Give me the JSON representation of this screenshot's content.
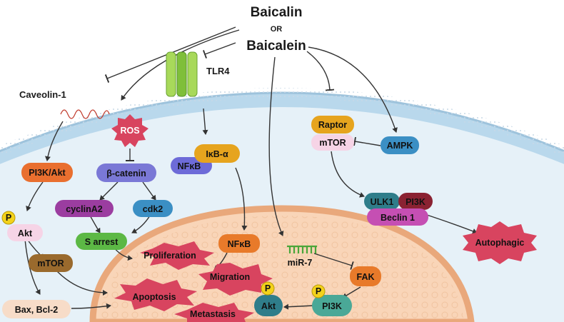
{
  "title": {
    "main": "Baicalin",
    "or": "OR",
    "alt": "Baicalein"
  },
  "membrane": {
    "caveolin": "Caveolin-1",
    "tlr4": "TLR4"
  },
  "nodes": {
    "ros": "ROS",
    "pi3k_akt": "PI3K/Akt",
    "beta_catenin": "β-catenin",
    "ikb": "IκB-α",
    "nfkb_cyto": "NFκB",
    "raptor": "Raptor",
    "mtor_top": "mTOR",
    "ampk": "AMPK",
    "akt_left": "Akt",
    "cyclina2": "cyclinA2",
    "cdk2": "cdk2",
    "s_arrest": "S arrest",
    "ulk1": "ULK1",
    "pi3k_right": "PI3K",
    "beclin1": "Beclin 1",
    "autophagic": "Autophagic",
    "mtor_left": "mTOR",
    "bax": "Bax, Bcl-2",
    "nfkb_nuc": "NFκB",
    "mir7": "miR-7",
    "fak": "FAK",
    "pi3k_bottom": "PI3K",
    "akt_bottom": "Akt",
    "phospho": "P"
  },
  "outcomes": {
    "proliferation": "Proliferation",
    "migration": "Migration",
    "apoptosis": "Apoptosis",
    "metastasis": "Metastasis"
  }
}
